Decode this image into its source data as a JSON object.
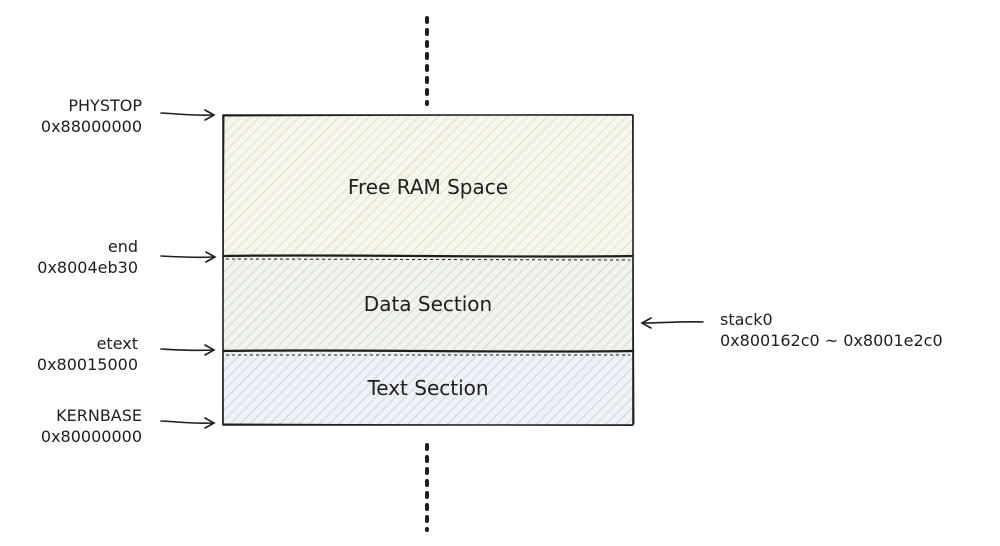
{
  "sections": {
    "free": {
      "label": "Free RAM Space",
      "color": "#ece9d6"
    },
    "data": {
      "label": "Data Section",
      "color": "#dbe3d6"
    },
    "text": {
      "label": "Text Section",
      "color": "#d8dde6"
    }
  },
  "markers": {
    "phystop": {
      "name": "PHYSTOP",
      "address": "0x88000000"
    },
    "end": {
      "name": "end",
      "address": "0x8004eb30"
    },
    "etext": {
      "name": "etext",
      "address": "0x80015000"
    },
    "kernbase": {
      "name": "KERNBASE",
      "address": "0x80000000"
    },
    "stack0": {
      "name": "stack0",
      "address": "0x800162c0 ~ 0x8001e2c0"
    }
  },
  "stroke_color": "#1e1e1e"
}
